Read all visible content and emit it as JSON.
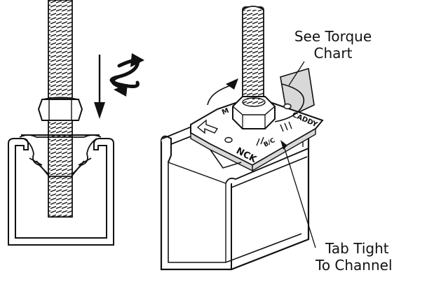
{
  "callouts": {
    "torque": {
      "line1": "See Torque",
      "line2": "Chart"
    },
    "tab": {
      "line1": "Tab Tight",
      "line2": "To Channel"
    }
  },
  "nut_markings": {
    "front_left": "NCK",
    "front_mid": "B/C",
    "side_left": "M",
    "side_right": "CADDY"
  },
  "colors": {
    "line": "#111111",
    "fill": "#ffffff",
    "shade": "#d8d8d8"
  }
}
